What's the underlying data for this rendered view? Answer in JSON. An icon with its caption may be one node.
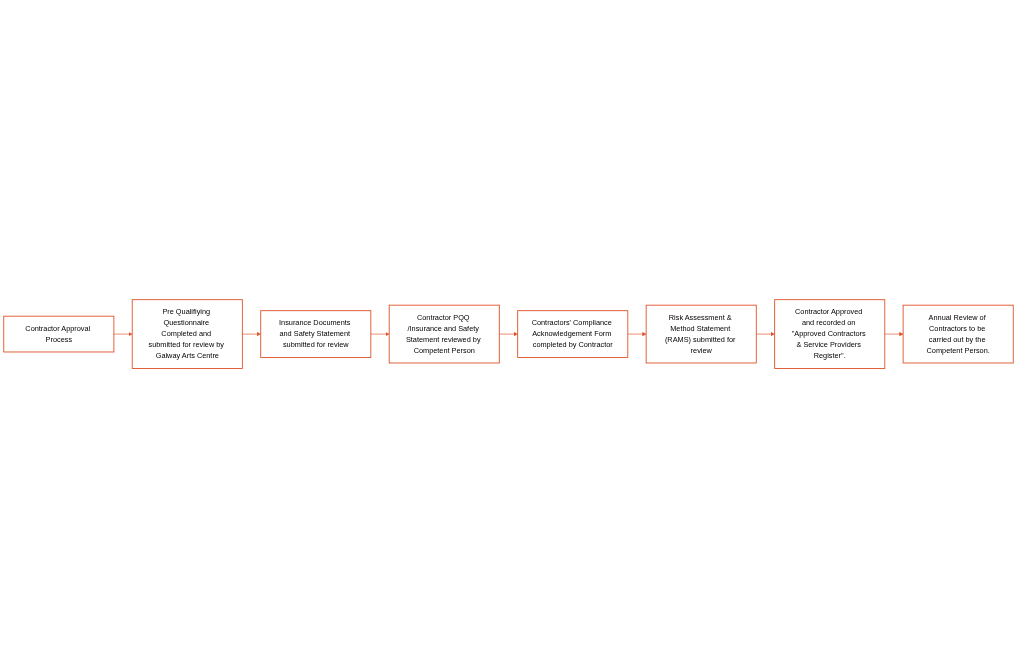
{
  "diagram": {
    "nodes": [
      {
        "text": [
          "Contractor Approval Process"
        ]
      },
      {
        "text": [
          "Pre Qualifiying Questionnaire Completed and submitted for review by Galway Arts Centre"
        ]
      },
      {
        "text": [
          "Insurance Documents and Safety Statement submitted for review"
        ]
      },
      {
        "text": [
          "Contractor PQQ /Insurance and Safety Statement reviewed by Competent Person"
        ]
      },
      {
        "text": [
          "Contractors' Compliance Acknowledgement Form completed by Contractor"
        ]
      },
      {
        "text": [
          "Risk Assessment & Method Statement (RAMS) submitted for review"
        ]
      },
      {
        "text": [
          "Contractor Approved and recorded on \"Approved Contractors & Service Providers Register\"."
        ]
      },
      {
        "text": [
          "Annual Review of Contractors to be carried out by the Competent Person."
        ]
      }
    ],
    "edges": [
      {
        "from": 0,
        "to": 1,
        "arrow": "to"
      },
      {
        "from": 1,
        "to": 2,
        "arrow": "to"
      },
      {
        "from": 2,
        "to": 3,
        "arrow": "to"
      },
      {
        "from": 3,
        "to": 4,
        "arrow": "to"
      },
      {
        "from": 4,
        "to": 5,
        "arrow": "to"
      },
      {
        "from": 5,
        "to": 6,
        "arrow": "to"
      },
      {
        "from": 6,
        "to": 7,
        "arrow": "to"
      }
    ]
  }
}
